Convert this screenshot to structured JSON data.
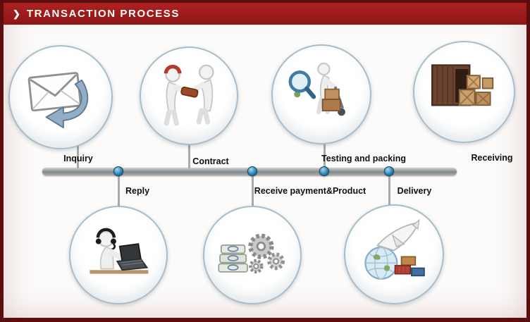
{
  "header": {
    "chevron": "❯",
    "title": "TRANSACTION PROCESS"
  },
  "steps": {
    "inquiry": {
      "label": "Inquiry",
      "row": "top",
      "icon": "envelope-reply-icon"
    },
    "contract": {
      "label": "Contract",
      "row": "top",
      "icon": "handshake-figures-icon"
    },
    "testing": {
      "label": "Testing and packing",
      "row": "top",
      "icon": "magnifier-packing-icon"
    },
    "receiving": {
      "label": "Receiving",
      "row": "top",
      "icon": "container-crates-icon"
    },
    "reply": {
      "label": "Reply",
      "row": "bottom",
      "icon": "support-laptop-icon"
    },
    "payment": {
      "label": "Receive payment&Product",
      "row": "bottom",
      "icon": "money-gears-icon"
    },
    "delivery": {
      "label": "Delivery",
      "row": "bottom",
      "icon": "airplane-globe-icon"
    }
  },
  "colors": {
    "frame_border": "#5c0d0d",
    "header_bg": "#9e1b1b",
    "header_text": "#ffffff",
    "body_bg": "#fcfbfa",
    "timeline_bar": "#9aa0a3",
    "node_blue": "#2d7fb0",
    "label_text": "#101010",
    "circle_border": "#a9bcc9"
  }
}
